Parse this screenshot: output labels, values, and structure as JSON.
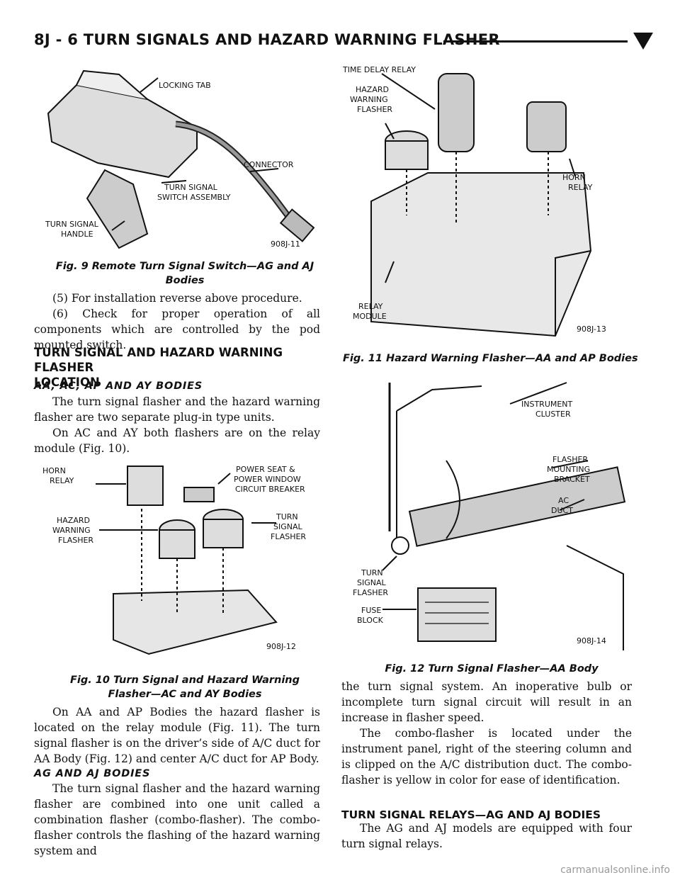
{
  "header": {
    "title": "8J - 6    TURN SIGNALS AND HAZARD WARNING FLASHER"
  },
  "fig9": {
    "labels": {
      "locking_tab": "LOCKING TAB",
      "connector": "CONNECTOR",
      "turn_signal_1": "TURN SIGNAL",
      "turn_signal_2": "SWITCH ASSEMBLY",
      "handle_1": "TURN SIGNAL",
      "handle_2": "HANDLE",
      "code": "908J-11"
    },
    "caption_1": "Fig. 9 Remote Turn Signal Switch—AG and AJ",
    "caption_2": "Bodies"
  },
  "left_text": {
    "p1": "(5) For installation reverse above procedure.",
    "p2": "(6) Check for proper operation of all components which are controlled by the pod mounted switch.",
    "heading_1": "TURN SIGNAL AND HAZARD WARNING FLASHER",
    "heading_2": "LOCATION",
    "subheading": "AA, AC, AP AND AY BODIES",
    "p3": "The turn signal flasher and the hazard warning flasher are two separate plug-in type units.",
    "p4": "On AC and AY both flashers are on the relay module (Fig. 10)."
  },
  "fig10": {
    "labels": {
      "horn_1": "HORN",
      "horn_2": "RELAY",
      "power_1": "POWER SEAT &",
      "power_2": "POWER WINDOW",
      "power_3": "CIRCUIT BREAKER",
      "hazard_1": "HAZARD",
      "hazard_2": "WARNING",
      "hazard_3": "FLASHER",
      "turn_1": "TURN",
      "turn_2": "SIGNAL",
      "turn_3": "FLASHER",
      "code": "908J-12"
    },
    "caption_1": "Fig. 10 Turn Signal and Hazard Warning",
    "caption_2": "Flasher—AC and AY Bodies"
  },
  "left_text2": {
    "p5": "On AA and AP Bodies the hazard flasher is located on the relay module (Fig. 11). The turn signal flasher is on the driver’s side of A/C duct for AA Body (Fig. 12) and center A/C duct for AP Body.",
    "subheading": "AG AND AJ BODIES",
    "p6": "The turn signal flasher and the hazard warning flasher are combined into one unit called a combination flasher (combo-flasher). The combo-flasher controls the flashing of the hazard warning system and"
  },
  "fig11": {
    "labels": {
      "tdr": "TIME DELAY RELAY",
      "hazard_1": "HAZARD",
      "hazard_2": "WARNING",
      "hazard_3": "FLASHER",
      "horn_1": "HORN",
      "horn_2": "RELAY",
      "relay_1": "RELAY",
      "relay_2": "MODULE",
      "code": "908J-13"
    },
    "caption": "Fig. 11 Hazard Warning Flasher—AA and AP Bodies"
  },
  "fig12": {
    "labels": {
      "ic_1": "INSTRUMENT",
      "ic_2": "CLUSTER",
      "fl_1": "FLASHER",
      "fl_2": "MOUNTING",
      "fl_3": "BRACKET",
      "ac_1": "AC",
      "ac_2": "DUCT",
      "ts_1": "TURN",
      "ts_2": "SIGNAL",
      "ts_3": "FLASHER",
      "fb_1": "FUSE",
      "fb_2": "BLOCK",
      "code": "908J-14"
    },
    "caption": "Fig. 12 Turn Signal Flasher—AA Body"
  },
  "right_text": {
    "p1": "the turn signal system. An inoperative bulb or incomplete turn signal circuit will result in an increase in flasher speed.",
    "p2": "The combo-flasher is located under the instrument panel, right of the steering column and is clipped on the A/C distribution duct. The combo-flasher is yellow in color for ease of identification.",
    "heading": "TURN SIGNAL RELAYS—AG AND AJ BODIES",
    "p3": "The AG and AJ models are equipped with four turn signal relays."
  },
  "watermark": "carmanualsonline.info"
}
